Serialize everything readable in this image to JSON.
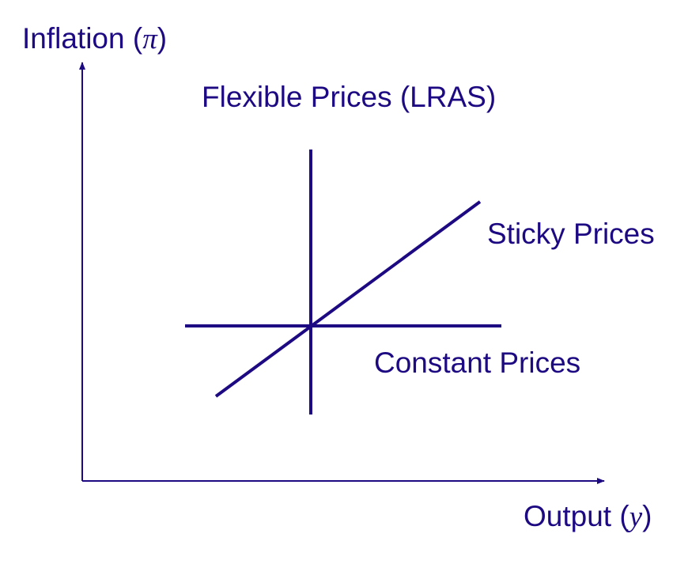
{
  "diagram": {
    "y_axis": {
      "label": "Inflation",
      "symbol": "π"
    },
    "x_axis": {
      "label": "Output",
      "symbol": "y"
    },
    "curves": {
      "flexible": "Flexible Prices (LRAS)",
      "sticky": "Sticky Prices",
      "constant": "Constant Prices"
    },
    "colors": {
      "ink": "#1d0a82"
    }
  }
}
